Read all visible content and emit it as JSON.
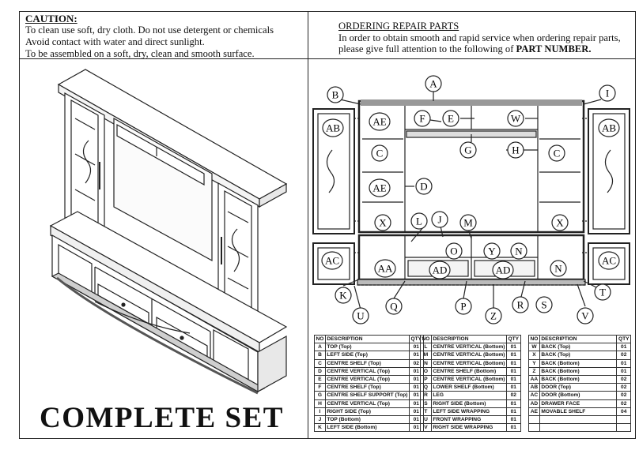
{
  "caution": {
    "title": "CAUTION:",
    "lines": [
      "To clean use soft, dry cloth. Do not use detergent or chemicals",
      "Avoid contact with water and direct sunlight.",
      "To be assembled on a soft, dry, clean and smooth surface."
    ]
  },
  "ordering": {
    "title": "ORDERING REPAIR PARTS",
    "line1": "In order to obtain smooth and rapid service when ordering repair parts,",
    "line2_prefix": "please give full attention to the following of ",
    "line2_bold": "PART NUMBER."
  },
  "complete_set_label": "COMPLETE SET",
  "callouts": [
    "A",
    "B",
    "I",
    "AB",
    "AE",
    "F",
    "E",
    "W",
    "C",
    "G",
    "H",
    "D",
    "X",
    "L",
    "J",
    "M",
    "O",
    "Y",
    "N",
    "AC",
    "AA",
    "AD",
    "K",
    "Q",
    "P",
    "Z",
    "R",
    "S",
    "T",
    "U",
    "V"
  ],
  "parts_table": {
    "headers": {
      "no": "NO",
      "description": "DESCRIPTION",
      "qty": "QTY"
    },
    "columns": [
      [
        {
          "no": "A",
          "description": "TOP (Top)",
          "qty": "01"
        },
        {
          "no": "B",
          "description": "LEFT SIDE (Top)",
          "qty": "01"
        },
        {
          "no": "C",
          "description": "CENTRE SHELF (Top)",
          "qty": "02"
        },
        {
          "no": "D",
          "description": "CENTRE VERTICAL (Top)",
          "qty": "01"
        },
        {
          "no": "E",
          "description": "CENTRE VERTICAL (Top)",
          "qty": "01"
        },
        {
          "no": "F",
          "description": "CENTRE SHELF (Top)",
          "qty": "01"
        },
        {
          "no": "G",
          "description": "CENTRE SHELF SUPPORT (Top)",
          "qty": "01"
        },
        {
          "no": "H",
          "description": "CENTRE VERTICAL (Top)",
          "qty": "01"
        },
        {
          "no": "I",
          "description": "RIGHT SIDE (Top)",
          "qty": "01"
        },
        {
          "no": "J",
          "description": "TOP (Bottom)",
          "qty": "01"
        },
        {
          "no": "K",
          "description": "LEFT SIDE (Bottom)",
          "qty": "01"
        }
      ],
      [
        {
          "no": "L",
          "description": "CENTRE VERTICAL (Bottom)",
          "qty": "01"
        },
        {
          "no": "M",
          "description": "CENTRE VERTICAL (Bottom)",
          "qty": "01"
        },
        {
          "no": "N",
          "description": "CENTRE VERTICAL (Bottom)",
          "qty": "01"
        },
        {
          "no": "O",
          "description": "CENTRE SHELF (Bottom)",
          "qty": "01"
        },
        {
          "no": "P",
          "description": "CENTRE VERTICAL (Bottom)",
          "qty": "01"
        },
        {
          "no": "Q",
          "description": "LOWER SHELF (Bottom)",
          "qty": "01"
        },
        {
          "no": "R",
          "description": "LEG",
          "qty": "02"
        },
        {
          "no": "S",
          "description": "RIGHT SIDE (Bottom)",
          "qty": "01"
        },
        {
          "no": "T",
          "description": "LEFT SIDE WRAPPING",
          "qty": "01"
        },
        {
          "no": "U",
          "description": "FRONT WRAPPING",
          "qty": "01"
        },
        {
          "no": "V",
          "description": "RIGHT SIDE WRAPPING",
          "qty": "01"
        }
      ],
      [
        {
          "no": "W",
          "description": "BACK (Top)",
          "qty": "01"
        },
        {
          "no": "X",
          "description": "BACK (Top)",
          "qty": "02"
        },
        {
          "no": "Y",
          "description": "BACK (Bottom)",
          "qty": "01"
        },
        {
          "no": "Z",
          "description": "BACK (Bottom)",
          "qty": "01"
        },
        {
          "no": "AA",
          "description": "BACK (Bottom)",
          "qty": "02"
        },
        {
          "no": "AB",
          "description": "DOOR (Top)",
          "qty": "02"
        },
        {
          "no": "AC",
          "description": "DOOR (Bottom)",
          "qty": "02"
        },
        {
          "no": "AD",
          "description": "DRAWER FACE",
          "qty": "02"
        },
        {
          "no": "AE",
          "description": "MOVABLE SHELF",
          "qty": "04"
        },
        {
          "no": "",
          "description": "",
          "qty": ""
        },
        {
          "no": "",
          "description": "",
          "qty": ""
        }
      ]
    ]
  }
}
